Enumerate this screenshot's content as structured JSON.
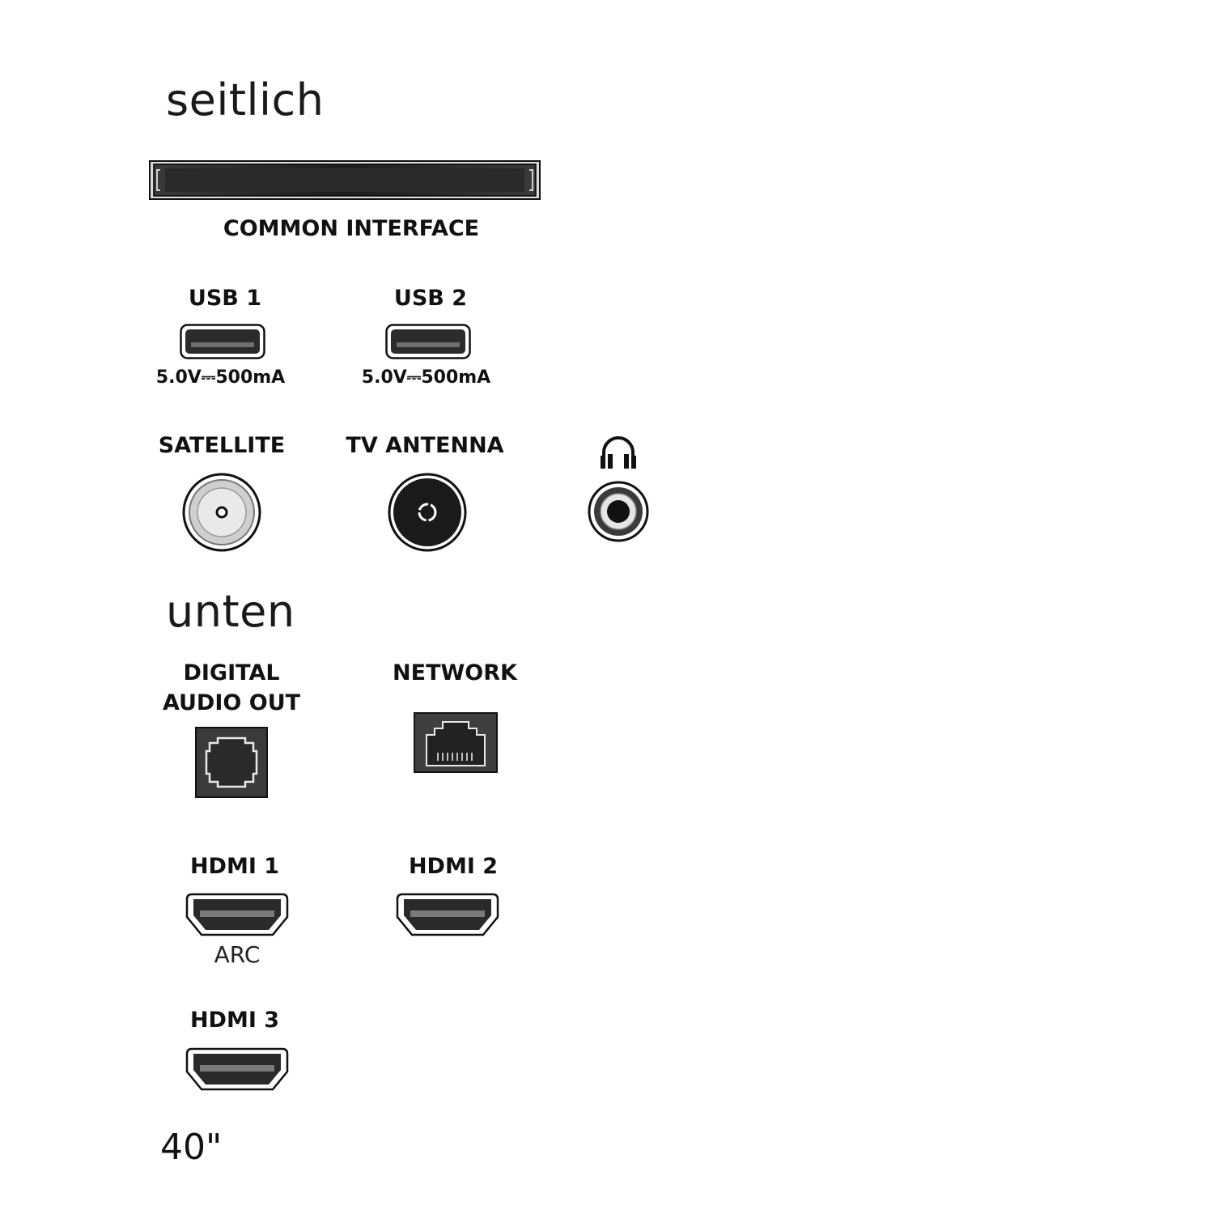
{
  "side": {
    "title": "seitlich",
    "common_interface": {
      "label": "COMMON INTERFACE"
    },
    "usb1": {
      "label": "USB 1",
      "spec": "5.0V⎓500mA"
    },
    "usb2": {
      "label": "USB 2",
      "spec": "5.0V⎓500mA"
    },
    "satellite": {
      "label": "SATELLITE"
    },
    "tv_antenna": {
      "label": "TV ANTENNA"
    },
    "headphone": {
      "icon": "headphones-icon"
    }
  },
  "bottom": {
    "title": "unten",
    "digital_audio_out": {
      "label_line1": "DIGITAL",
      "label_line2": "AUDIO OUT"
    },
    "network": {
      "label": "NETWORK"
    },
    "hdmi1": {
      "label": "HDMI 1",
      "sub": "ARC"
    },
    "hdmi2": {
      "label": "HDMI 2"
    },
    "hdmi3": {
      "label": "HDMI 3"
    }
  },
  "screen_size": "40\""
}
